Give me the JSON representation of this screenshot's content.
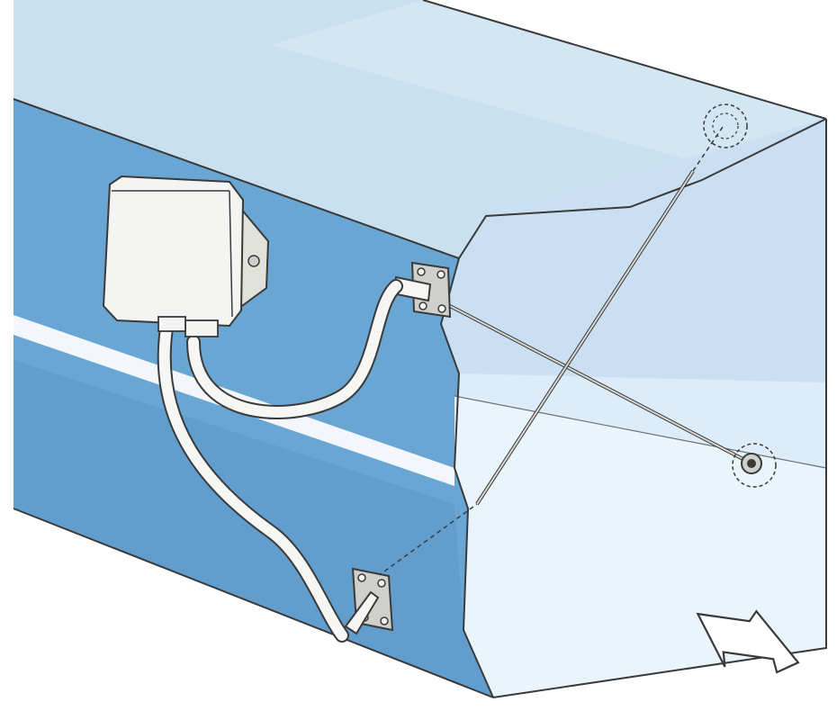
{
  "diagram": {
    "subject": "",
    "colors": {
      "duct_side": "#69a6d4",
      "duct_side_dark": "#5b97c8",
      "duct_top": "#c9e0f0",
      "duct_top_light": "#d9eaf6",
      "duct_inner_back": "#dcecf8",
      "duct_inner_wall": "#bcd7ec",
      "duct_inner_floor": "#eaf4fb",
      "seam": "#f3f7fb",
      "box": "#f4f4f2",
      "box_shade": "#e2e2dc",
      "outline": "#3a3a3a",
      "tube": "#f6f6f4",
      "hardware": "#cfd0cc",
      "arrow_fill": "#ffffff"
    },
    "components": [
      {
        "id": "electrical-box",
        "icon": "junction-box-icon"
      },
      {
        "id": "upper-mount",
        "icon": "mounting-plate-icon"
      },
      {
        "id": "lower-mount",
        "icon": "mounting-plate-icon"
      },
      {
        "id": "upper-tube",
        "icon": "tube-icon"
      },
      {
        "id": "lower-tube",
        "icon": "tube-icon"
      },
      {
        "id": "probe-upper",
        "icon": "probe-rod-icon"
      },
      {
        "id": "probe-lower",
        "icon": "probe-rod-icon"
      },
      {
        "id": "upper-anchor",
        "icon": "anchor-fitting-icon"
      },
      {
        "id": "lower-anchor",
        "icon": "anchor-fitting-icon"
      },
      {
        "id": "airflow-arrow",
        "icon": "arrow-left-icon"
      }
    ]
  }
}
